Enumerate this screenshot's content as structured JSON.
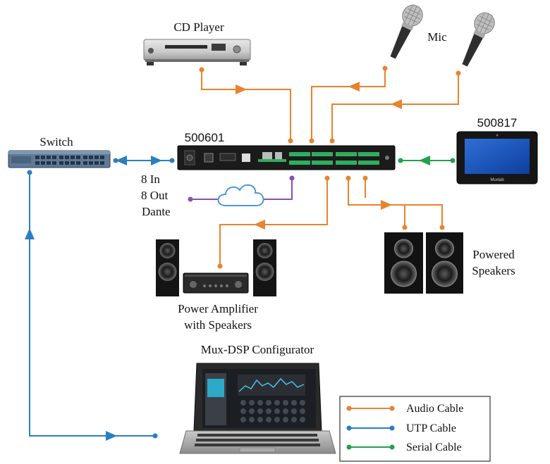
{
  "devices": {
    "cd_player": "CD Player",
    "mic": "Mic",
    "switch": "Switch",
    "dsp": "500601",
    "touch_panel": "500817",
    "touch_panel_brand": "Muxlab",
    "dante_in": "8 In",
    "dante_out": "8 Out",
    "dante": "Dante",
    "amp_line1": "Power Amplifier",
    "amp_line2": "with Speakers",
    "powered_line1": "Powered",
    "powered_line2": "Speakers",
    "configurator": "Mux-DSP Configurator"
  },
  "legend": {
    "items": [
      {
        "label": "Audio Cable",
        "color": "#E8832E"
      },
      {
        "label": "UTP Cable",
        "color": "#2A7FC1"
      },
      {
        "label": "Serial Cable",
        "color": "#22A14B"
      }
    ]
  },
  "colors": {
    "audio": "#E8832E",
    "utp": "#2A7FC1",
    "serial": "#22A14B",
    "dante_link": "#8A4FB0"
  }
}
